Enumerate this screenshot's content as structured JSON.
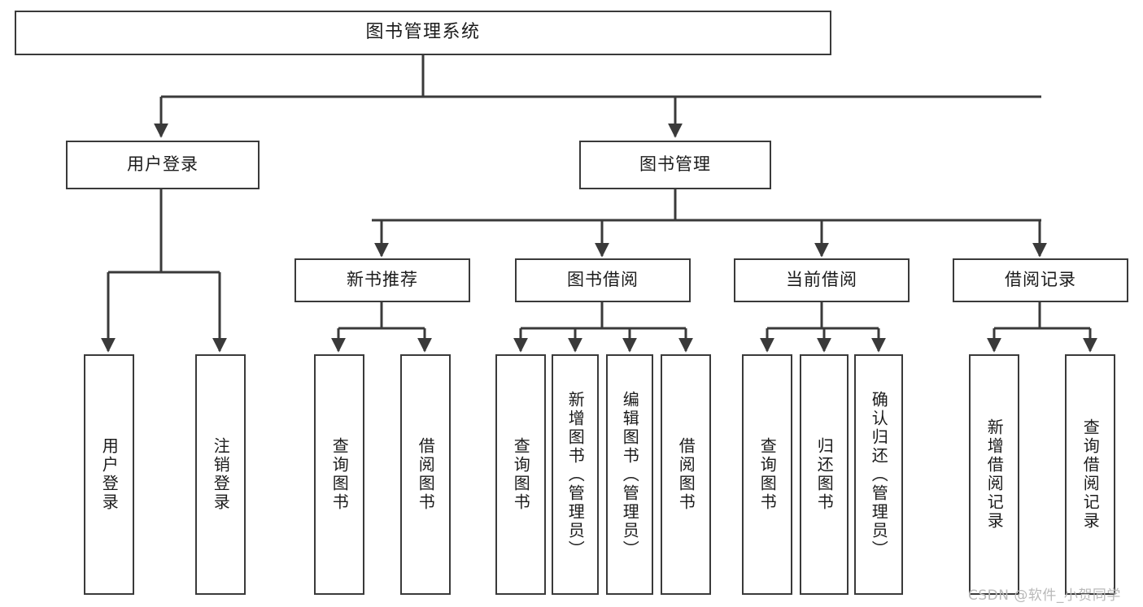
{
  "diagram": {
    "type": "tree-hierarchy",
    "title": "图书管理系统",
    "watermark": "CSDN @软件_小贺同学",
    "colors": {
      "stroke": "#3a3a3a",
      "background": "#ffffff",
      "text": "#1b1b1b",
      "watermark": "#b9b9b9"
    },
    "nodes": {
      "root": {
        "label": "图书管理系统",
        "level": 0,
        "orientation": "horizontal"
      },
      "l1": [
        {
          "id": "user-login",
          "label": "用户登录",
          "level": 1,
          "orientation": "horizontal"
        },
        {
          "id": "book-manage",
          "label": "图书管理",
          "level": 1,
          "orientation": "horizontal"
        }
      ],
      "l2": [
        {
          "id": "new-book-rec",
          "label": "新书推荐",
          "level": 2,
          "orientation": "horizontal",
          "parent": "book-manage"
        },
        {
          "id": "book-borrow",
          "label": "图书借阅",
          "level": 2,
          "orientation": "horizontal",
          "parent": "book-manage"
        },
        {
          "id": "current-borrow",
          "label": "当前借阅",
          "level": 2,
          "orientation": "horizontal",
          "parent": "book-manage"
        },
        {
          "id": "borrow-record",
          "label": "借阅记录",
          "level": 2,
          "orientation": "horizontal",
          "parent": "book-manage"
        }
      ],
      "leaves": [
        {
          "id": "leaf-user-login",
          "label": "用户登录",
          "parent": "user-login",
          "orientation": "vertical"
        },
        {
          "id": "leaf-logout",
          "label": "注销登录",
          "parent": "user-login",
          "orientation": "vertical"
        },
        {
          "id": "leaf-query-book-1",
          "label": "查询图书",
          "parent": "new-book-rec",
          "orientation": "vertical"
        },
        {
          "id": "leaf-borrow-book-1",
          "label": "借阅图书",
          "parent": "new-book-rec",
          "orientation": "vertical"
        },
        {
          "id": "leaf-query-book-2",
          "label": "查询图书",
          "parent": "book-borrow",
          "orientation": "vertical"
        },
        {
          "id": "leaf-add-book",
          "label": "新增图书（管理员）",
          "parent": "book-borrow",
          "orientation": "vertical"
        },
        {
          "id": "leaf-edit-book",
          "label": "编辑图书（管理员）",
          "parent": "book-borrow",
          "orientation": "vertical"
        },
        {
          "id": "leaf-borrow-book-2",
          "label": "借阅图书",
          "parent": "book-borrow",
          "orientation": "vertical"
        },
        {
          "id": "leaf-query-book-3",
          "label": "查询图书",
          "parent": "current-borrow",
          "orientation": "vertical"
        },
        {
          "id": "leaf-return-book",
          "label": "归还图书",
          "parent": "current-borrow",
          "orientation": "vertical"
        },
        {
          "id": "leaf-confirm-return",
          "label": "确认归还（管理员）",
          "parent": "current-borrow",
          "orientation": "vertical"
        },
        {
          "id": "leaf-add-record",
          "label": "新增借阅记录",
          "parent": "borrow-record",
          "orientation": "vertical"
        },
        {
          "id": "leaf-query-record",
          "label": "查询借阅记录",
          "parent": "borrow-record",
          "orientation": "vertical"
        }
      ]
    },
    "edges": [
      {
        "from": "root",
        "to": "user-login"
      },
      {
        "from": "root",
        "to": "book-manage"
      },
      {
        "from": "user-login",
        "to": "leaf-user-login"
      },
      {
        "from": "user-login",
        "to": "leaf-logout"
      },
      {
        "from": "book-manage",
        "to": "new-book-rec"
      },
      {
        "from": "book-manage",
        "to": "book-borrow"
      },
      {
        "from": "book-manage",
        "to": "current-borrow"
      },
      {
        "from": "book-manage",
        "to": "borrow-record"
      },
      {
        "from": "new-book-rec",
        "to": "leaf-query-book-1"
      },
      {
        "from": "new-book-rec",
        "to": "leaf-borrow-book-1"
      },
      {
        "from": "book-borrow",
        "to": "leaf-query-book-2"
      },
      {
        "from": "book-borrow",
        "to": "leaf-add-book"
      },
      {
        "from": "book-borrow",
        "to": "leaf-edit-book"
      },
      {
        "from": "book-borrow",
        "to": "leaf-borrow-book-2"
      },
      {
        "from": "current-borrow",
        "to": "leaf-query-book-3"
      },
      {
        "from": "current-borrow",
        "to": "leaf-return-book"
      },
      {
        "from": "current-borrow",
        "to": "leaf-confirm-return"
      },
      {
        "from": "borrow-record",
        "to": "leaf-add-record"
      },
      {
        "from": "borrow-record",
        "to": "leaf-query-record"
      }
    ]
  }
}
